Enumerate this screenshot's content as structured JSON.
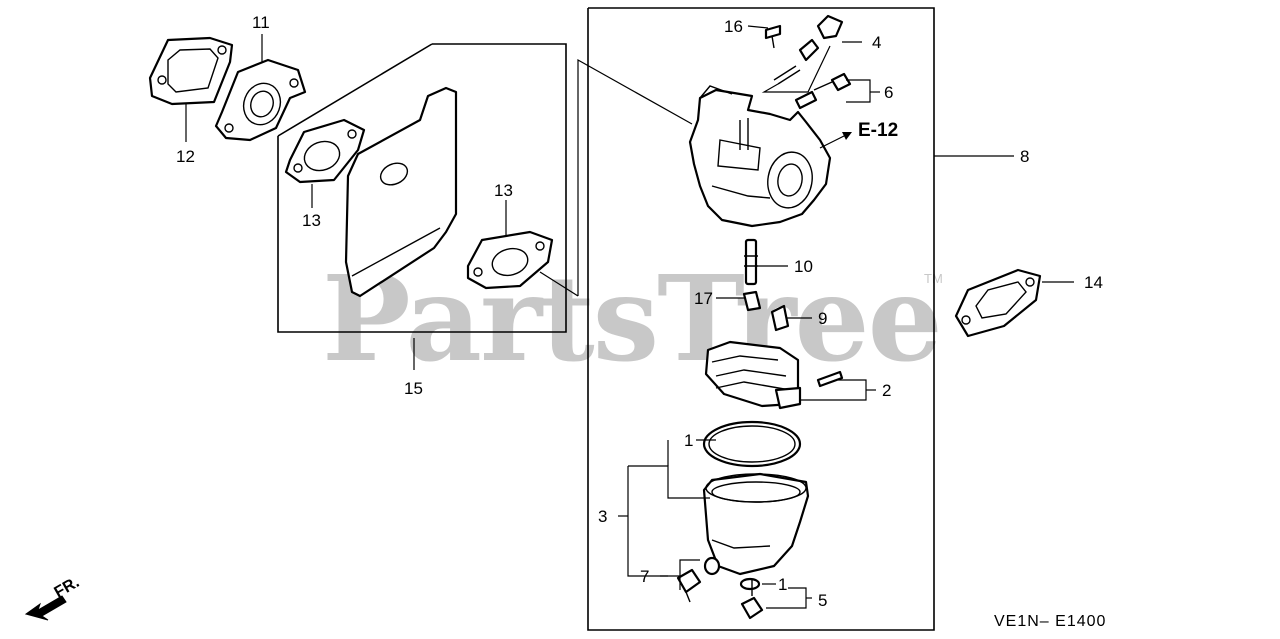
{
  "watermark": {
    "text": "PartsTree",
    "trademark": "TM"
  },
  "diagram_code": "VE1N– E1400",
  "direction_label": "FR.",
  "reference_label": "E-12",
  "callouts": {
    "c1a": "1",
    "c1b": "1",
    "c2": "2",
    "c3": "3",
    "c4": "4",
    "c5": "5",
    "c6": "6",
    "c7": "7",
    "c8": "8",
    "c9": "9",
    "c10": "10",
    "c11": "11",
    "c12": "12",
    "c13a": "13",
    "c13b": "13",
    "c14": "14",
    "c15": "15",
    "c16": "16",
    "c17": "17"
  }
}
